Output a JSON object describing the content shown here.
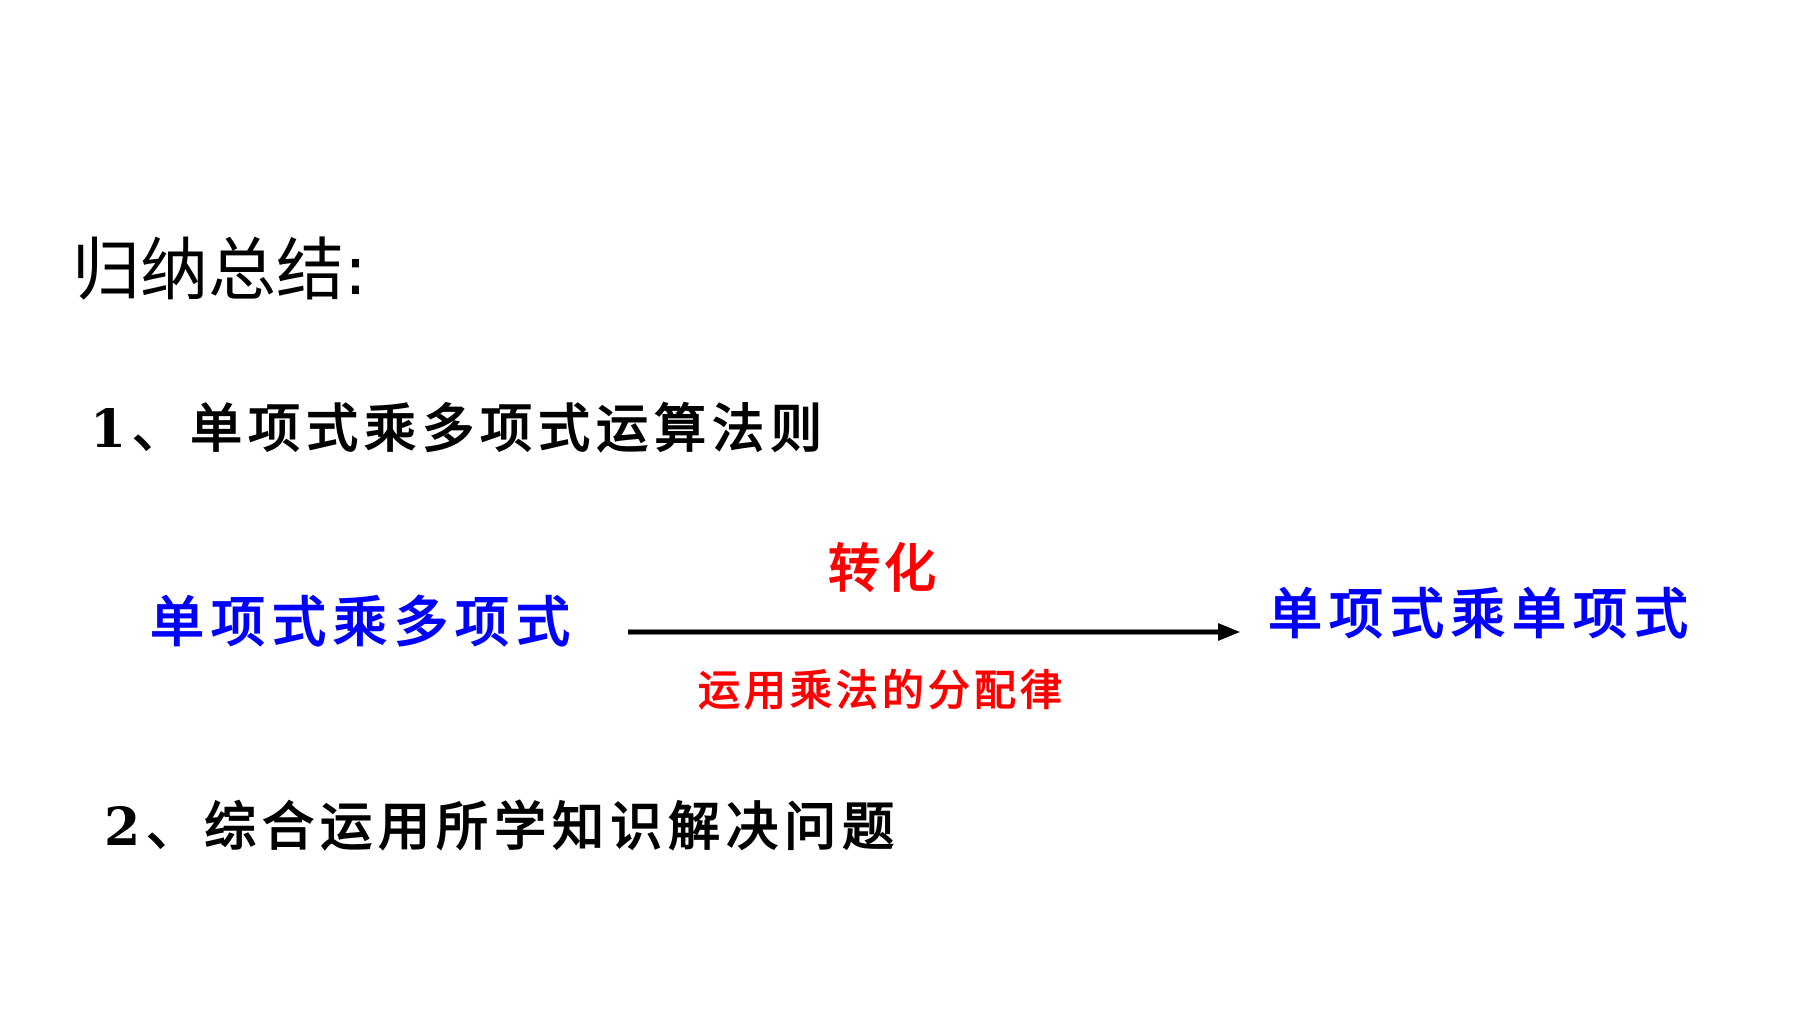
{
  "slide": {
    "title": "归纳总结:",
    "items": [
      {
        "label": "1、单项式乘多项式运算法则"
      },
      {
        "label": "2、综合运用所学知识解决问题"
      }
    ],
    "diagram": {
      "from": "单项式乘多项式",
      "to": "单项式乘单项式",
      "arrow_top_label": "转化",
      "arrow_bottom_label": "运用乘法的分配律"
    }
  },
  "colors": {
    "text": "#000000",
    "box_text": "#0000ff",
    "arrow_label": "#ff0000",
    "arrow": "#000000",
    "background": "#ffffff"
  }
}
